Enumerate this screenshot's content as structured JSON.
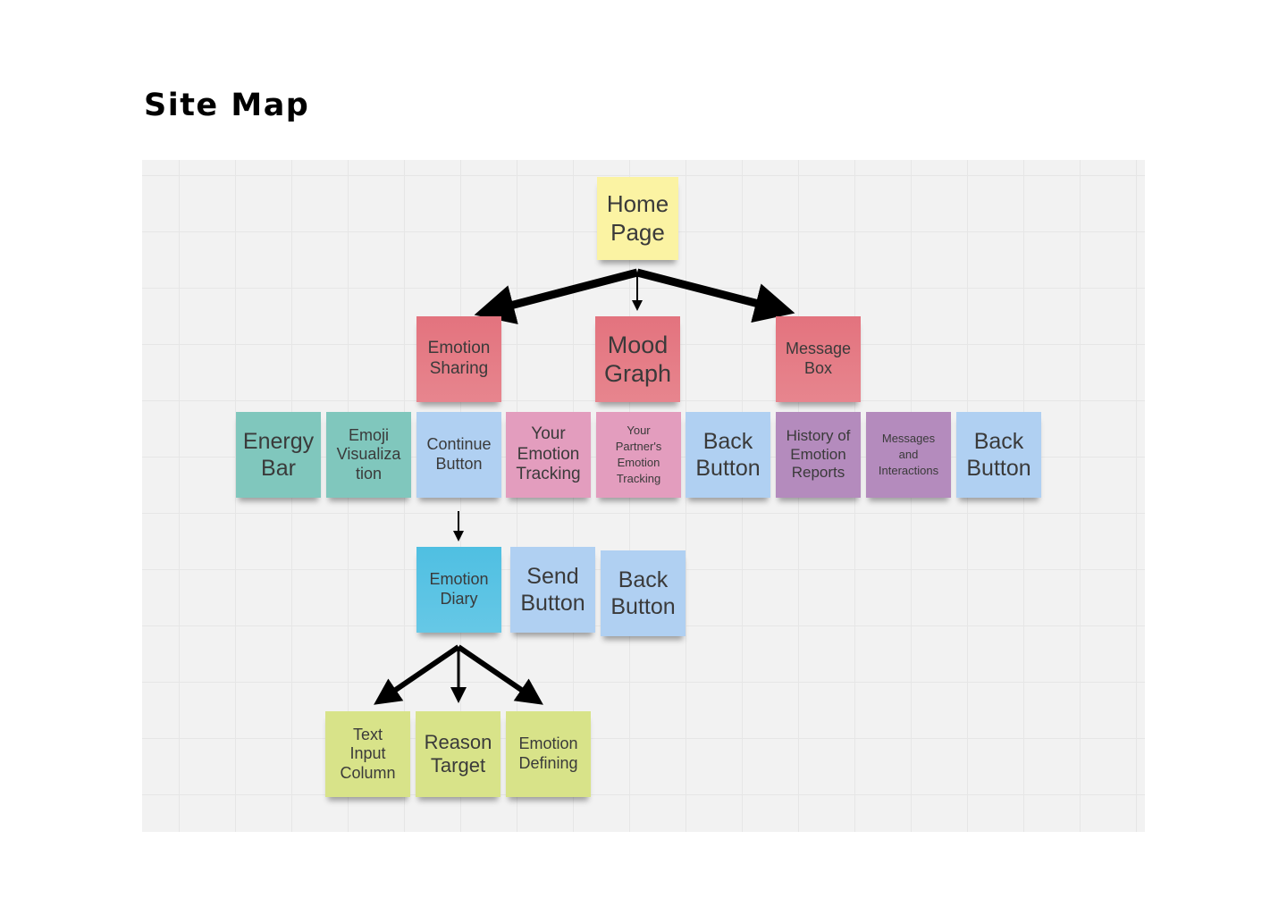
{
  "title": "Site Map",
  "colors": {
    "yellow": "#fbf3a3",
    "red": "#e57982",
    "teal": "#80c7bd",
    "blue": "#b0d0f2",
    "pink": "#e39dbe",
    "purple": "#b48bbd",
    "cyan": "#5ac3e3",
    "lime": "#d8e389"
  },
  "nodes": {
    "home": "Home\nPage",
    "emotion_sharing": "Emotion\nSharing",
    "mood_graph": "Mood\nGraph",
    "message_box": "Message\nBox",
    "energy_bar": "Energy\nBar",
    "emoji_visualization": "Emoji\nVisualiza\ntion",
    "continue_button": "Continue\nButton",
    "your_emotion_tracking": "Your\nEmotion\nTracking",
    "partner_emotion_tracking": "Your\nPartner's\nEmotion\nTracking",
    "back_button_1": "Back\nButton",
    "history_reports": "History of\nEmotion\nReports",
    "messages_interactions": "Messages\nand\nInteractions",
    "back_button_2": "Back\nButton",
    "emotion_diary": "Emotion\nDiary",
    "send_button": "Send\nButton",
    "back_button_3": "Back\nButton",
    "text_input_column": "Text\nInput\nColumn",
    "reason_target": "Reason\nTarget",
    "emotion_defining": "Emotion\nDefining"
  }
}
